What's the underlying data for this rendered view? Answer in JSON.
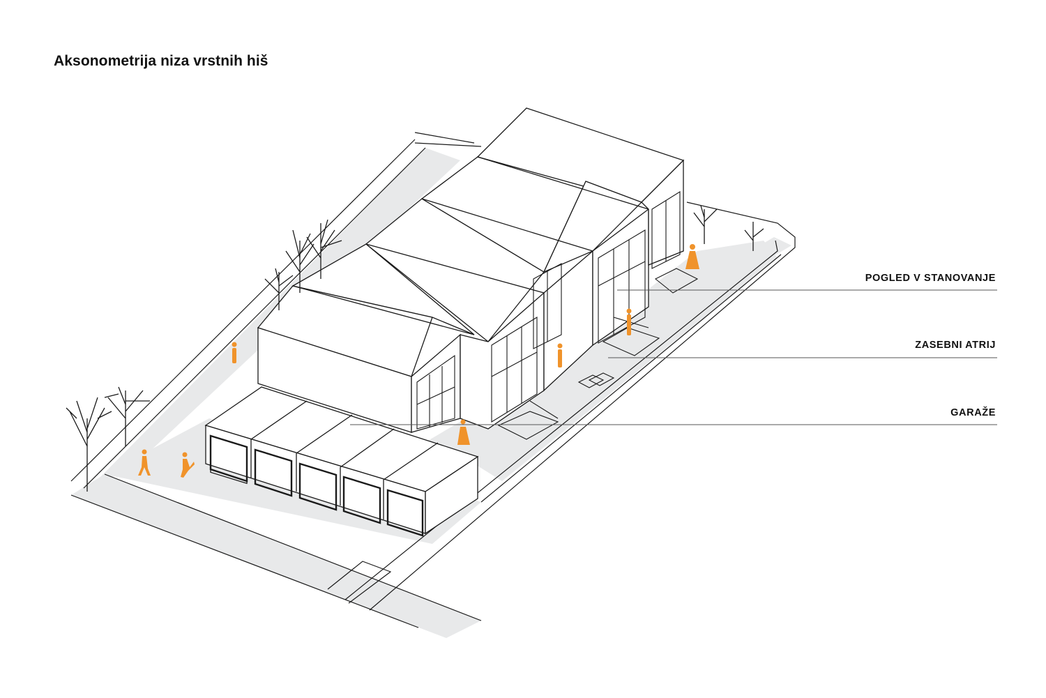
{
  "title": "Aksonometrija niza vrstnih hiš",
  "labels": [
    {
      "text": "POGLED V STANOVANJE"
    },
    {
      "text": "ZASEBNI ATRIJ"
    },
    {
      "text": "GARAŽE"
    }
  ],
  "colors": {
    "line": "#1a1a1a",
    "ground": "#e8e9ea",
    "figure": "#f0932b",
    "leader": "#555555"
  },
  "icons": {
    "tree": "bare-tree-icon",
    "person": "person-figure-icon"
  }
}
